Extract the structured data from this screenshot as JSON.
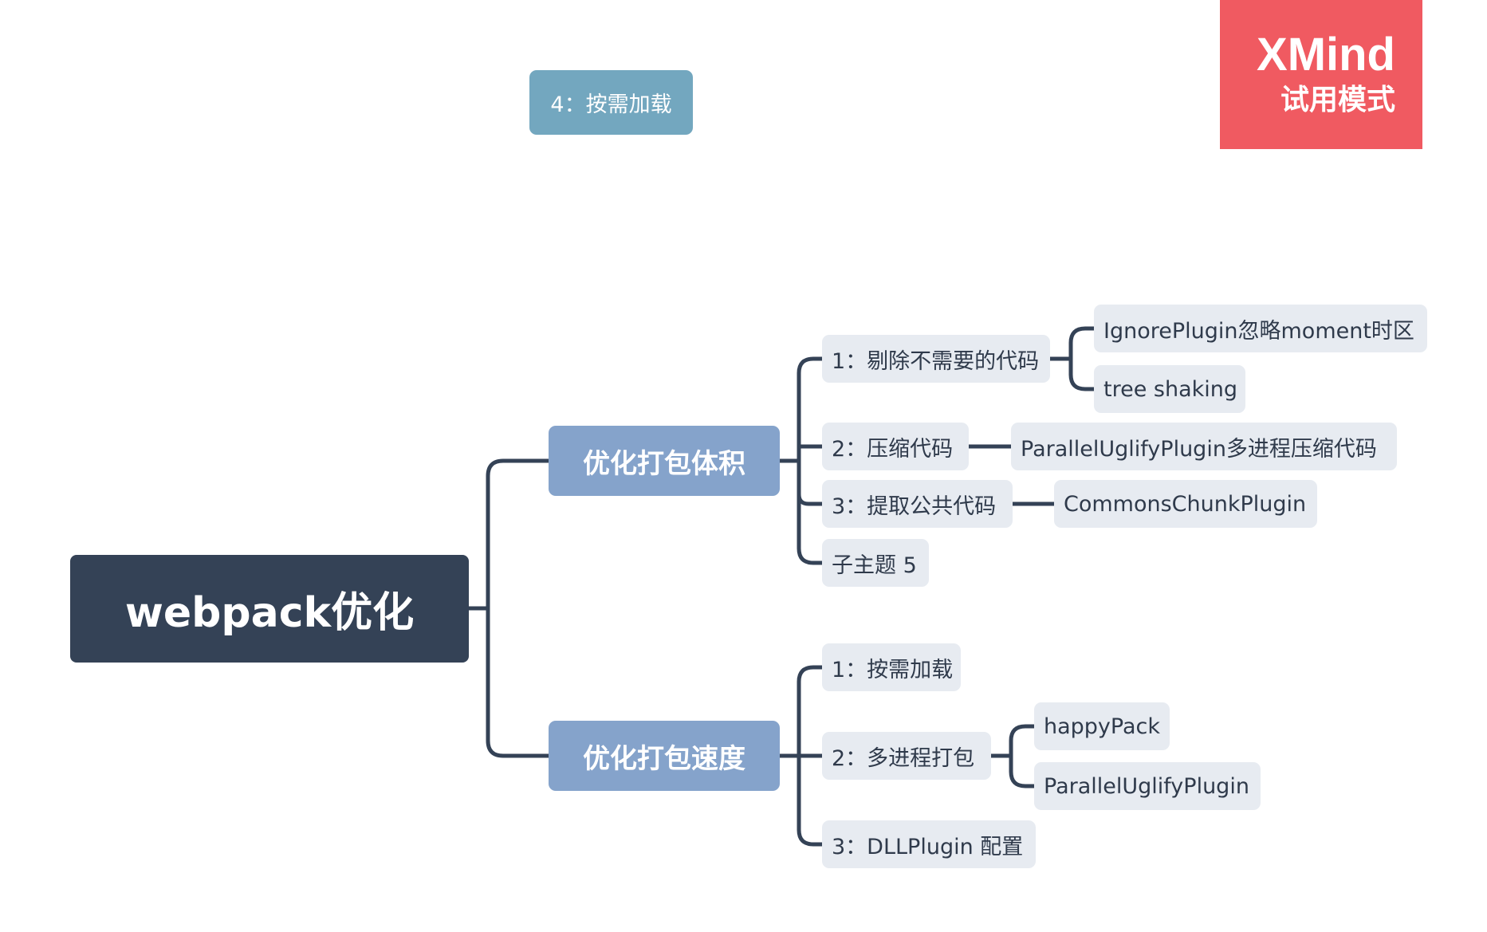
{
  "watermark": {
    "brand": "XMind",
    "mode": "试用模式"
  },
  "mindmap": {
    "root": "webpack优化",
    "floating_topic": "4：按需加载",
    "branches": [
      {
        "label": "优化打包体积",
        "children": [
          {
            "label": "1：剔除不需要的代码",
            "children": [
              "IgnorePlugin忽略moment时区",
              "tree shaking"
            ]
          },
          {
            "label": "2：压缩代码",
            "children": [
              "ParallelUglifyPlugin多进程压缩代码"
            ]
          },
          {
            "label": "3：提取公共代码",
            "children": [
              "CommonsChunkPlugin"
            ]
          },
          {
            "label": "子主题 5",
            "children": []
          }
        ]
      },
      {
        "label": "优化打包速度",
        "children": [
          {
            "label": "1：按需加载",
            "children": []
          },
          {
            "label": "2：多进程打包",
            "children": [
              "happyPack",
              "ParallelUglifyPlugin"
            ]
          },
          {
            "label": "3：DLLPlugin 配置",
            "children": []
          }
        ]
      }
    ],
    "colors": {
      "root": "#344256",
      "main_topic": "#85a3cb",
      "sub_topic": "#e7ebf1",
      "floating_topic": "#73a7bf",
      "connector": "#344256",
      "watermark": "#f05a61"
    }
  }
}
